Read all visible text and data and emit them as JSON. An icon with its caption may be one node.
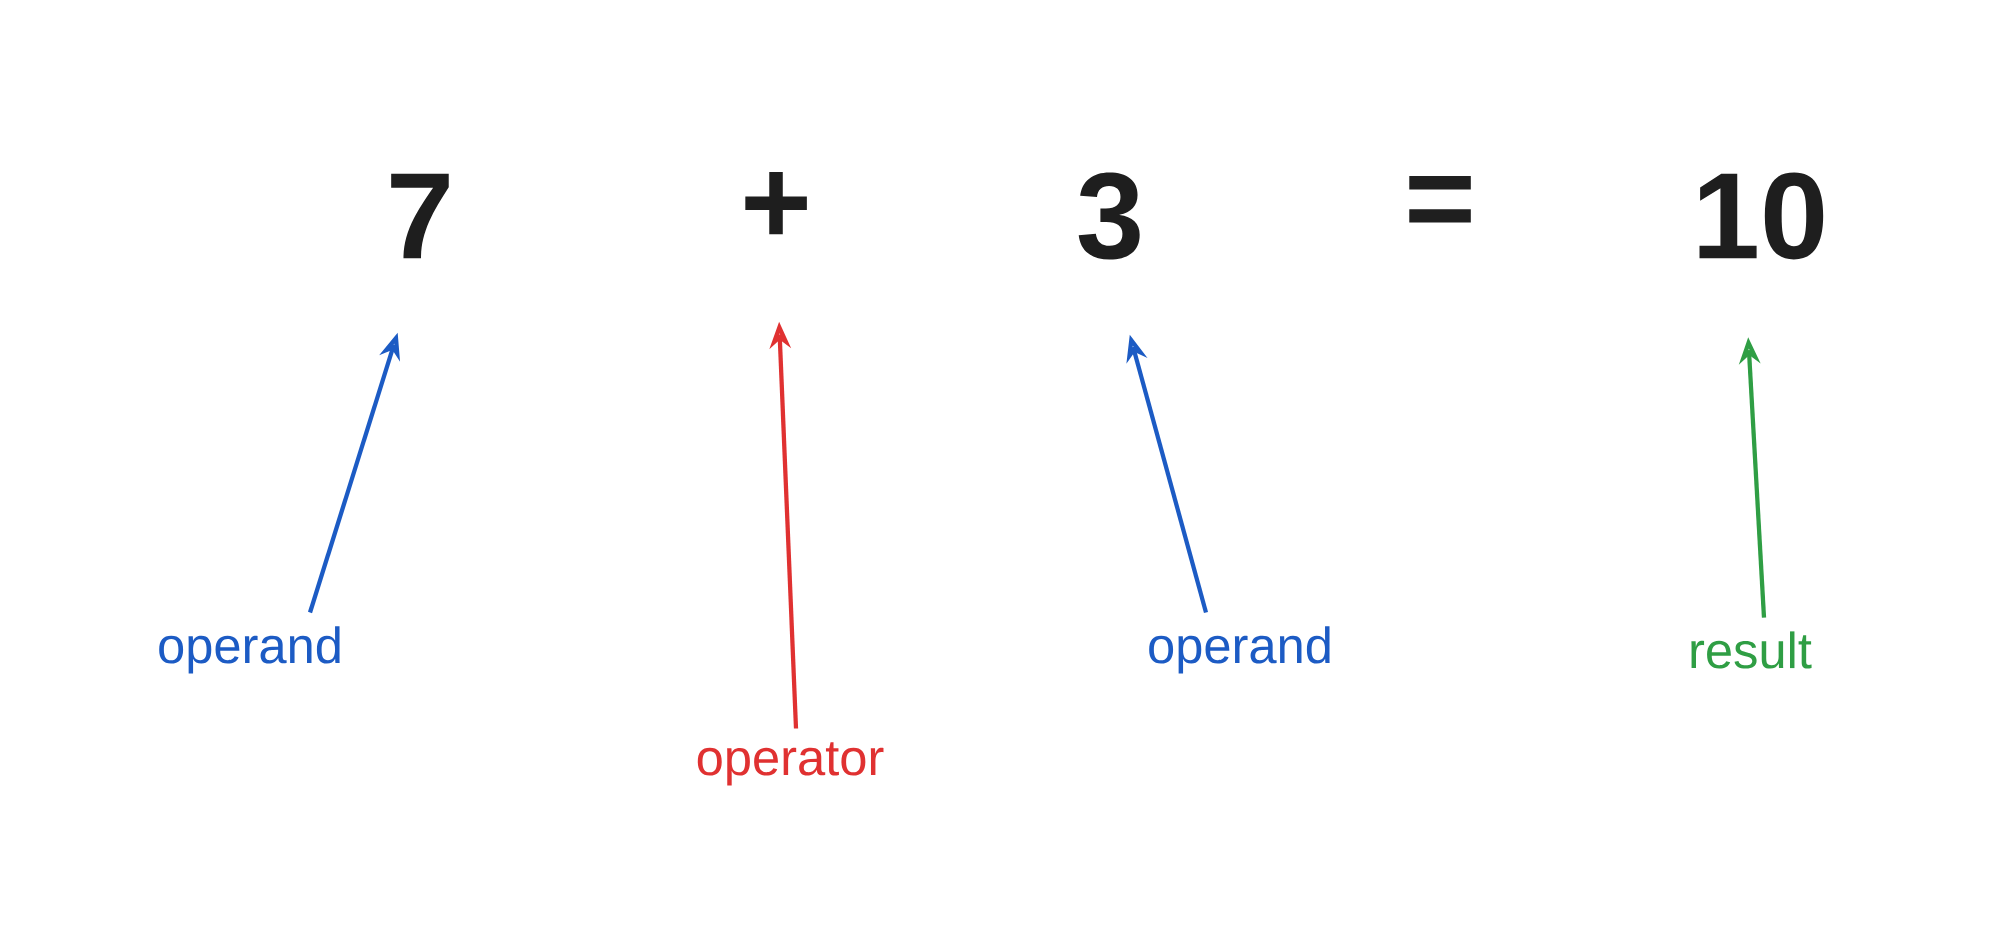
{
  "diagram": {
    "nodes": [
      {
        "text": [
          "7"
        ]
      },
      {
        "text": [
          "+"
        ]
      },
      {
        "text": [
          "3"
        ]
      },
      {
        "text": [
          "10"
        ]
      },
      {
        "text": [
          "operand"
        ]
      },
      {
        "text": [
          "operator"
        ]
      },
      {
        "text": [
          "operand"
        ]
      },
      {
        "text": [
          "result"
        ]
      }
    ],
    "edges": [
      {
        "from": 4,
        "to": 0,
        "arrow": "to",
        "color": "#1c5bc4"
      },
      {
        "from": 5,
        "to": 1,
        "arrow": "to",
        "color": "#e03131"
      },
      {
        "from": 6,
        "to": 2,
        "arrow": "to",
        "color": "#1c5bc4"
      },
      {
        "from": 7,
        "to": 3,
        "arrow": "to",
        "color": "#2f9e44"
      }
    ],
    "labels": [
      "="
    ]
  }
}
